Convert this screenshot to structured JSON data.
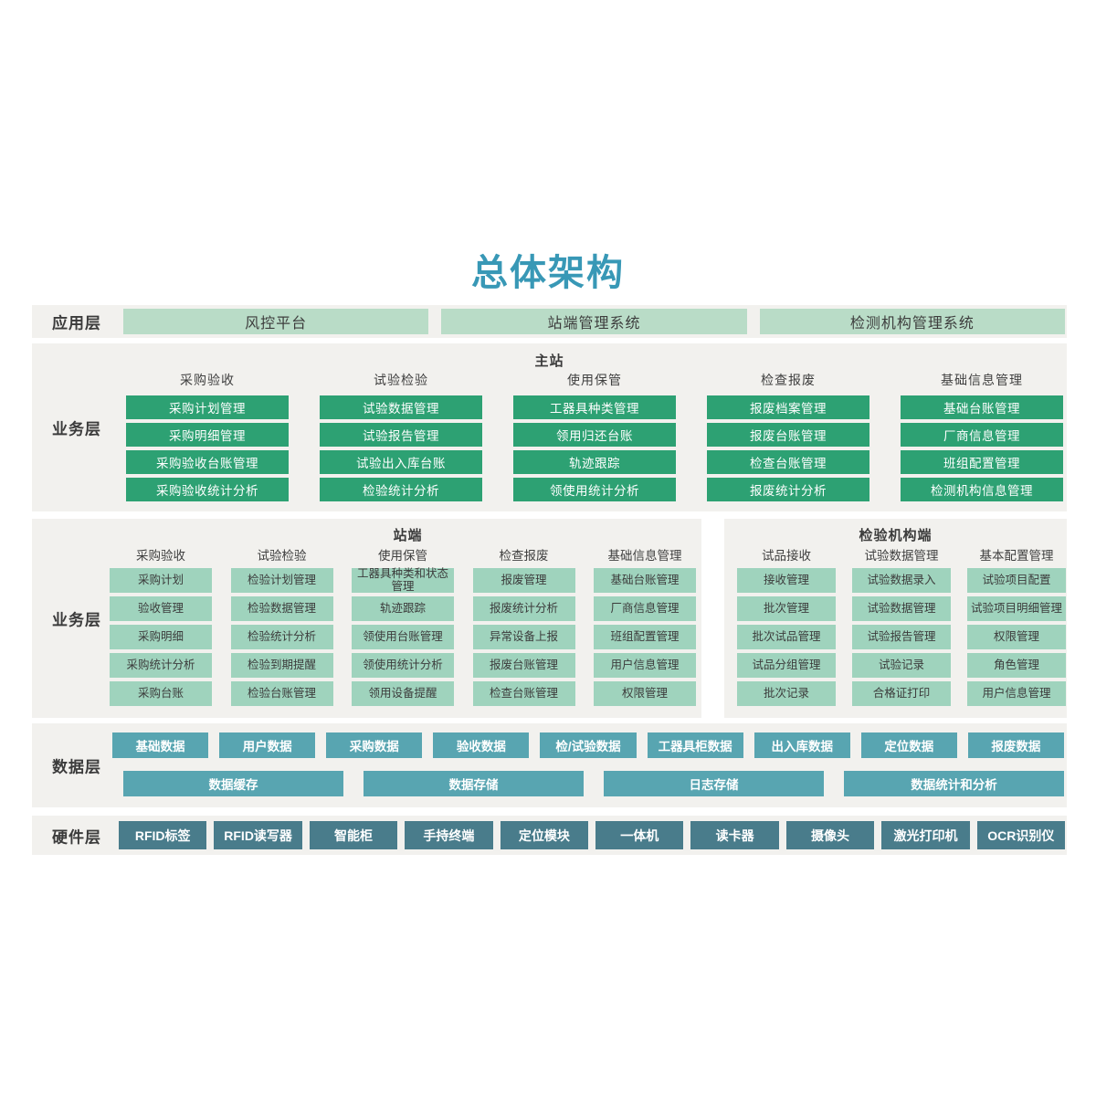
{
  "title": "总体架构",
  "colors": {
    "title_text": "#3898b6",
    "band_background": "#f2f1ee",
    "app_box": "#b9dcc7",
    "main_station_box": "#2da173",
    "station_box": "#9fd3bd",
    "data_box": "#58a5b1",
    "hardware_box": "#497c8b"
  },
  "app_layer": {
    "label": "应用层",
    "boxes": [
      "风控平台",
      "站端管理系统",
      "检测机构管理系统"
    ]
  },
  "main_station": {
    "label": "业务层",
    "header": "主站",
    "columns": [
      {
        "title": "采购验收",
        "items": [
          "采购计划管理",
          "采购明细管理",
          "采购验收台账管理",
          "采购验收统计分析"
        ]
      },
      {
        "title": "试验检验",
        "items": [
          "试验数据管理",
          "试验报告管理",
          "试验出入库台账",
          "检验统计分析"
        ]
      },
      {
        "title": "使用保管",
        "items": [
          "工器具种类管理",
          "领用归还台账",
          "轨迹跟踪",
          "领使用统计分析"
        ]
      },
      {
        "title": "检查报废",
        "items": [
          "报废档案管理",
          "报废台账管理",
          "检查台账管理",
          "报废统计分析"
        ]
      },
      {
        "title": "基础信息管理",
        "items": [
          "基础台账管理",
          "厂商信息管理",
          "班组配置管理",
          "检测机构信息管理"
        ]
      }
    ]
  },
  "station_layer": {
    "label": "业务层",
    "panels": [
      {
        "header": "站端",
        "columns": [
          {
            "title": "采购验收",
            "items": [
              "采购计划",
              "验收管理",
              "采购明细",
              "采购统计分析",
              "采购台账"
            ]
          },
          {
            "title": "试验检验",
            "items": [
              "检验计划管理",
              "检验数据管理",
              "检验统计分析",
              "检验到期提醒",
              "检验台账管理"
            ]
          },
          {
            "title": "使用保管",
            "items": [
              "工器具种类和状态管理",
              "轨迹跟踪",
              "领使用台账管理",
              "领使用统计分析",
              "领用设备提醒"
            ]
          },
          {
            "title": "检查报废",
            "items": [
              "报废管理",
              "报废统计分析",
              "异常设备上报",
              "报废台账管理",
              "检查台账管理"
            ]
          },
          {
            "title": "基础信息管理",
            "items": [
              "基础台账管理",
              "厂商信息管理",
              "班组配置管理",
              "用户信息管理",
              "权限管理"
            ]
          }
        ]
      },
      {
        "header": "检验机构端",
        "columns": [
          {
            "title": "试品接收",
            "items": [
              "接收管理",
              "批次管理",
              "批次试品管理",
              "试品分组管理",
              "批次记录"
            ]
          },
          {
            "title": "试验数据管理",
            "items": [
              "试验数据录入",
              "试验数据管理",
              "试验报告管理",
              "试验记录",
              "合格证打印"
            ]
          },
          {
            "title": "基本配置管理",
            "items": [
              "试验项目配置",
              "试验项目明细管理",
              "权限管理",
              "角色管理",
              "用户信息管理"
            ]
          }
        ]
      }
    ]
  },
  "data_layer": {
    "label": "数据层",
    "row1": [
      "基础数据",
      "用户数据",
      "采购数据",
      "验收数据",
      "检/试验数据",
      "工器具柜数据",
      "出入库数据",
      "定位数据",
      "报废数据"
    ],
    "row2": [
      "数据缓存",
      "数据存储",
      "日志存储",
      "数据统计和分析"
    ]
  },
  "hardware_layer": {
    "label": "硬件层",
    "boxes": [
      "RFID标签",
      "RFID读写器",
      "智能柜",
      "手持终端",
      "定位模块",
      "一体机",
      "读卡器",
      "摄像头",
      "激光打印机",
      "OCR识别仪"
    ]
  }
}
